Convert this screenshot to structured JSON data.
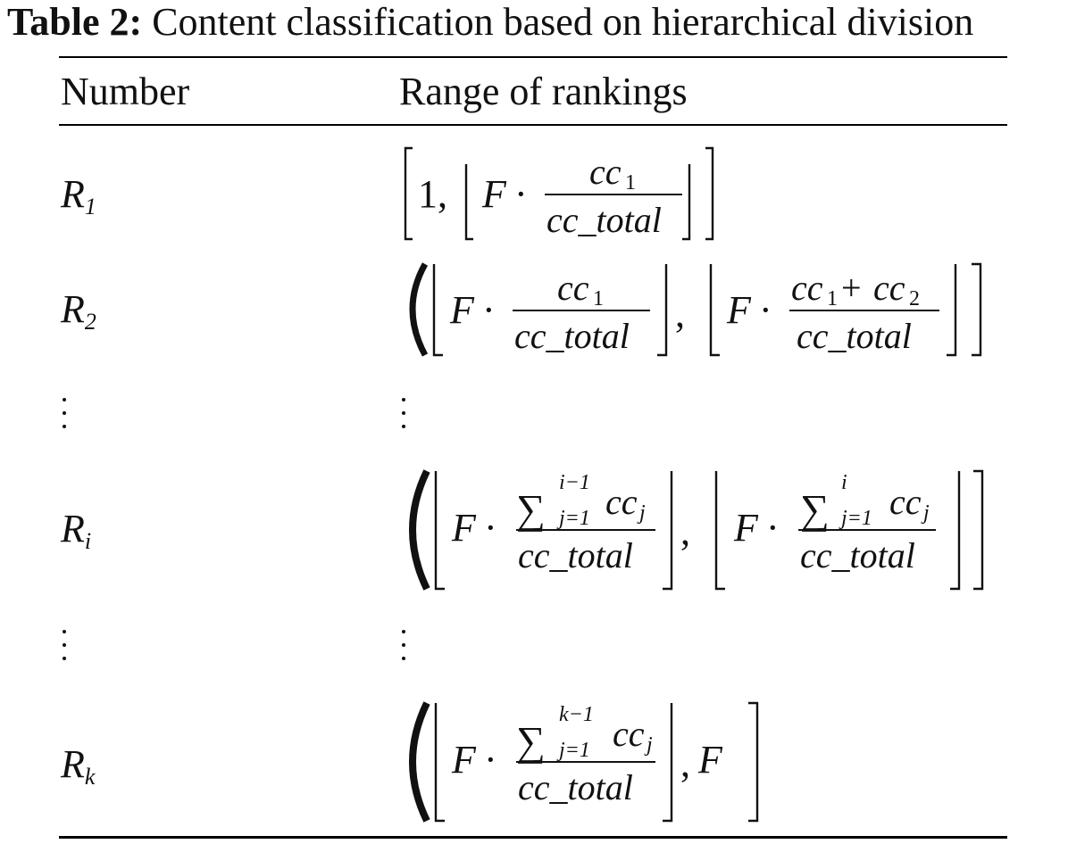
{
  "caption": {
    "label": "Table 2:",
    "text": "Content classification based on hierarchical division"
  },
  "table": {
    "headers": [
      "Number",
      "Range of rankings"
    ],
    "rows": [
      {
        "id": "R",
        "sub": "1",
        "range": "[1, ⌊F · cc_1 / cc_total⌋]"
      },
      {
        "id": "R",
        "sub": "2",
        "range": "(⌊F · cc_1 / cc_total⌋, ⌊F · (cc_1 + cc_2) / cc_total⌋]"
      },
      {
        "id": "⋮",
        "range": "⋮"
      },
      {
        "id": "R",
        "sub": "i",
        "range": "(⌊F · Σ_{j=1}^{i−1} cc_j / cc_total⌋, ⌊F · Σ_{j=1}^{i} cc_j / cc_total⌋]"
      },
      {
        "id": "⋮",
        "range": "⋮"
      },
      {
        "id": "R",
        "sub": "k",
        "range": "(⌊F · Σ_{j=1}^{k−1} cc_j / cc_total⌋, F]"
      }
    ]
  },
  "math": {
    "F": "F",
    "cdot": "·",
    "one_comma": "1,",
    "comma": ",",
    "cc": "cc",
    "sub1": "1",
    "sub2": "2",
    "subj": "j",
    "plus": "+",
    "cc_total": "cc_total",
    "sigma": "∑",
    "sup_i_minus_1": "i−1",
    "sup_i": "i",
    "sup_k_minus_1": "k−1",
    "lower_j1": "j=1"
  }
}
